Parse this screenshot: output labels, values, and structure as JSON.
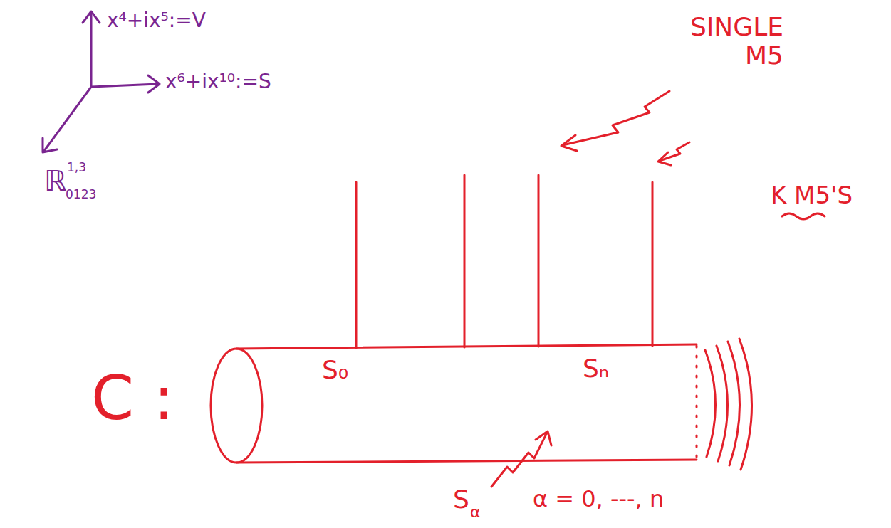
{
  "diagram": {
    "labels": [
      "x⁴+ix⁵:=V",
      "x⁶+ix¹⁰:=S",
      "ℝ",
      "1,3",
      "0123",
      "SINGLE M5",
      "K M5'S",
      "C :",
      "S₀",
      "Sₙ",
      "S",
      "α",
      "α = 0, ---, n"
    ]
  }
}
